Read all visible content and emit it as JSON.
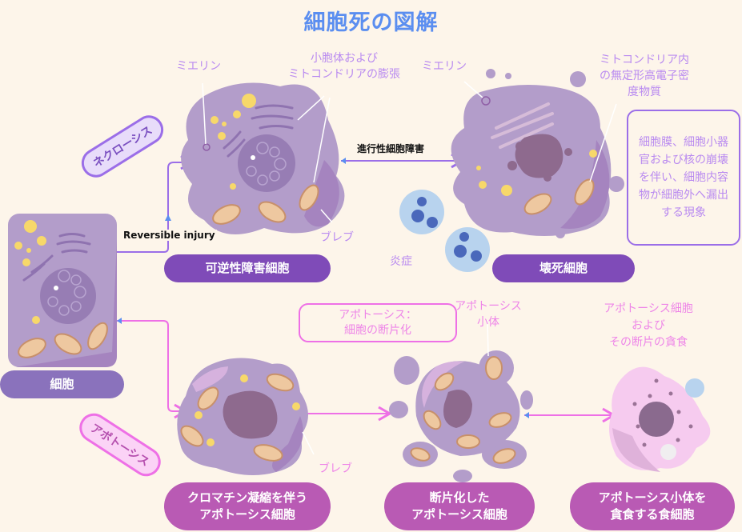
{
  "title": "細胞死の図解",
  "colors": {
    "title": "#5b8ef0",
    "necrosis_accent": "#9b6ee8",
    "apoptosis_accent": "#ee70e6",
    "pill_necrosis": "#7f4bb8",
    "pill_cell": "#8a72bc",
    "pill_apoptosis": "#b95ab4",
    "background": "#fdf5ea",
    "cell_body": "#b39dca",
    "mitochondria": "#eec8a0",
    "neutrophil": "#b8d3ee"
  },
  "nodes": {
    "cell": {
      "label": "細胞"
    },
    "reversible_cell": {
      "label": "可逆性障害細胞"
    },
    "necrotic_cell": {
      "label": "壊死細胞"
    },
    "apoptotic_chromatin": {
      "label_line1": "クロマチン凝縮を伴う",
      "label_line2": "アポトーシス細胞"
    },
    "fragmented_apoptotic": {
      "label_line1": "断片化した",
      "label_line2": "アポトーシス細胞"
    },
    "phagocyte": {
      "label_line1": "アポトーシス小体を",
      "label_line2": "貪食する食細胞"
    }
  },
  "pathways": {
    "necrosis_tag": "ネクローシス",
    "apoptosis_tag": "アポトーシス"
  },
  "edges": {
    "reversible_injury": "Reversible injury",
    "progressive_injury": "進行性細胞障害"
  },
  "annotations": {
    "myelin_1": "ミエリン",
    "swelling_line1": "小胞体および",
    "swelling_line2": "ミトコンドリアの膨張",
    "bleb_1": "ブレブ",
    "myelin_2": "ミエリン",
    "amorphous_line1": "ミトコンドリア内",
    "amorphous_line2": "の無定形高電子密",
    "amorphous_line3": "度物質",
    "inflammation": "炎症",
    "necrosis_def_lines": [
      "細胞膜、細胞小器",
      "官および核の崩壊",
      "を伴い、細胞内容",
      "物が細胞外へ漏出",
      "する現象"
    ],
    "apoptosis_frag_line1": "アポトーシス：",
    "apoptosis_frag_line2": "細胞の断片化",
    "apoptotic_body_line1": "アポトーシス",
    "apoptotic_body_line2": "小体",
    "phago_line1": "アポトーシス細胞",
    "phago_line2": "および",
    "phago_line3": "その断片の貪食",
    "bleb_2": "ブレブ"
  }
}
